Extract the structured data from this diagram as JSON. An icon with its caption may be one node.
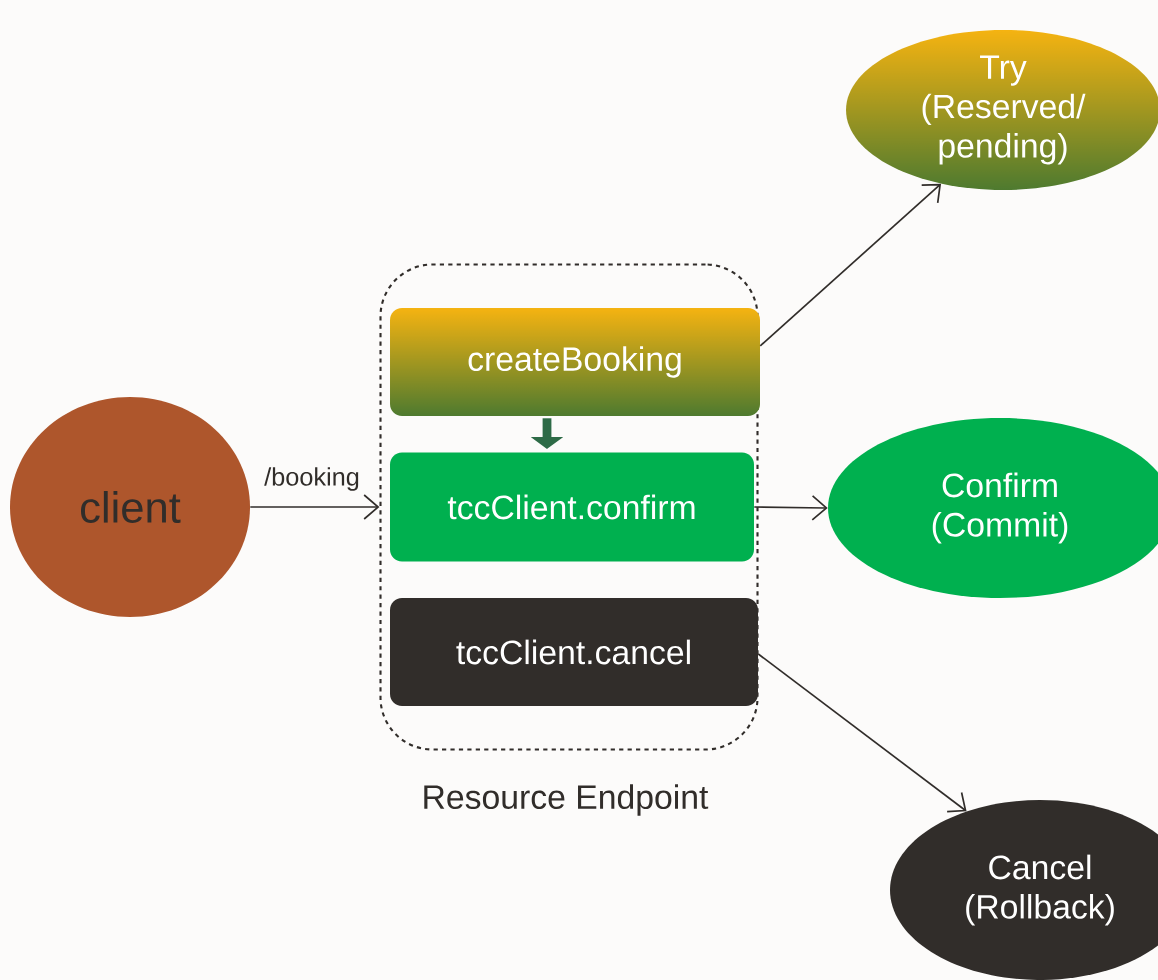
{
  "diagram": {
    "nodes": [
      {
        "text": [
          "client"
        ]
      },
      {
        "text": [
          "Resource Endpoint"
        ]
      },
      {
        "text": [
          "createBooking"
        ],
        "in": 1
      },
      {
        "text": [
          "tccClient.confirm"
        ],
        "in": 1
      },
      {
        "text": [
          "tccClient.cancel"
        ],
        "in": 1
      },
      {
        "text": [
          "Try (Reserved/ pending)"
        ]
      },
      {
        "text": [
          "Confirm (Commit)"
        ]
      },
      {
        "text": [
          "Cancel (Rollback)"
        ]
      }
    ],
    "edges": [
      {
        "from": 0,
        "to": 1,
        "arrow": "to",
        "label": "/booking"
      },
      {
        "from": 2,
        "to": 3,
        "arrow": "to",
        "style": "thick",
        "color": "#2e6b47"
      },
      {
        "from": 2,
        "to": 5,
        "arrow": "to"
      },
      {
        "from": 3,
        "to": 6,
        "arrow": "to"
      },
      {
        "from": 4,
        "to": 7,
        "arrow": "to"
      }
    ]
  }
}
